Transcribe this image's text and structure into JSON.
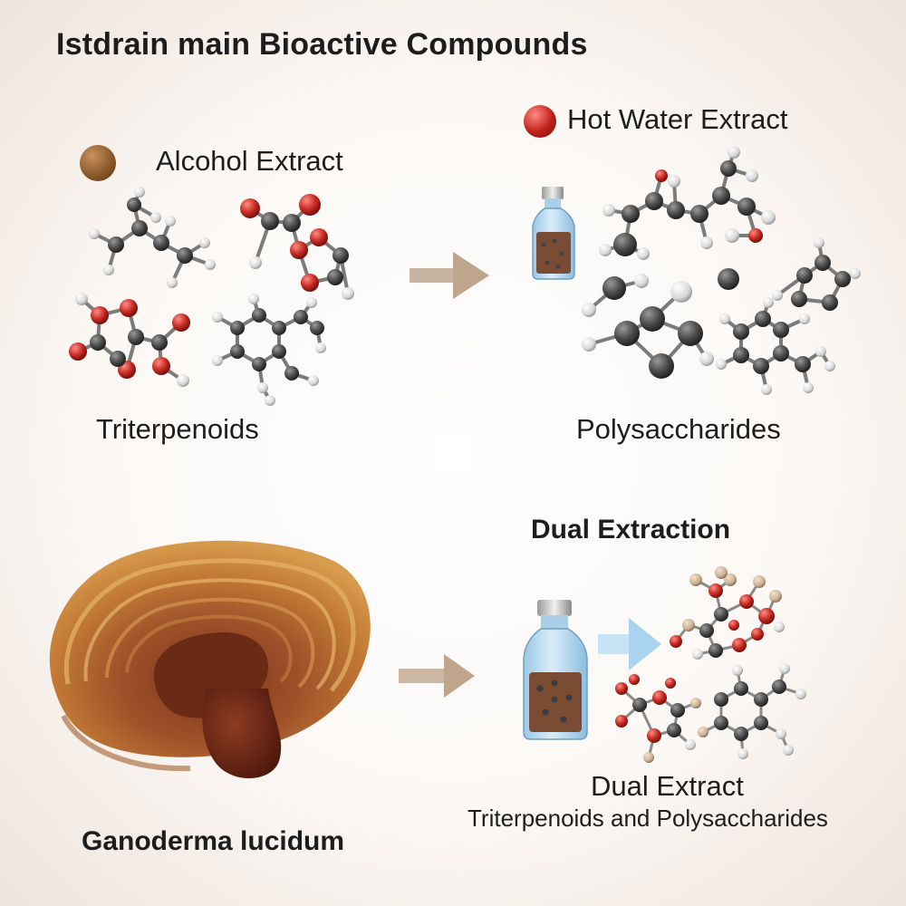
{
  "title": "Istdrain main Bioactive Compounds",
  "alcohol_extract": {
    "label": "Alcohol Extract",
    "compound": "Triterpenoids",
    "dot_color": "#8b5a2b"
  },
  "hot_water_extract": {
    "label": "Hot Water Extract",
    "compound": "Polysaccharides",
    "dot_color": "#c0201b"
  },
  "dual_extraction": {
    "heading": "Dual Extraction",
    "label": "Dual Extract",
    "sublabel": "Triterpenoids and Polysaccharides"
  },
  "mushroom": {
    "name": "Ganoderma lucidum"
  },
  "colors": {
    "carbon": "#4a4a4a",
    "oxygen": "#c42a22",
    "hydrogen": "#dcdcdc",
    "arrow": "#bfa58c",
    "arrow_blue": "#a9d3ef",
    "bottle": "#b9d9ee"
  }
}
